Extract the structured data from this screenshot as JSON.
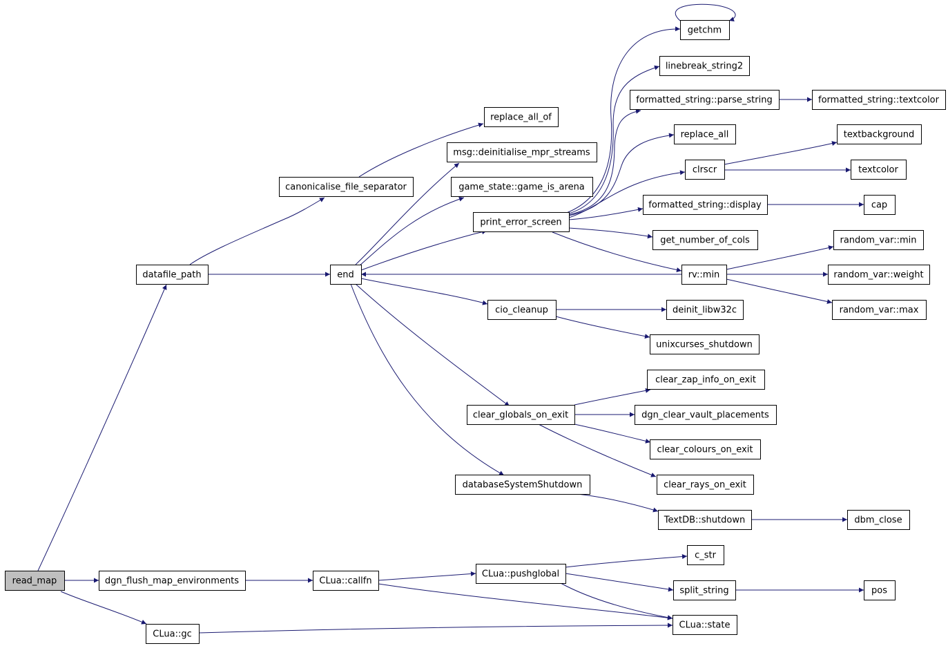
{
  "nodes": [
    {
      "id": "read_map",
      "label": "read_map",
      "highlight": true
    },
    {
      "id": "datafile_path",
      "label": "datafile_path"
    },
    {
      "id": "dgn_flush_map_environments",
      "label": "dgn_flush_map_environments"
    },
    {
      "id": "clua_gc",
      "label": "CLua::gc"
    },
    {
      "id": "canonicalise_file_separator",
      "label": "canonicalise_file_separator"
    },
    {
      "id": "end",
      "label": "end"
    },
    {
      "id": "replace_all_of",
      "label": "replace_all_of"
    },
    {
      "id": "msg_deinit",
      "label": "msg::deinitialise_mpr_streams"
    },
    {
      "id": "game_is_arena",
      "label": "game_state::game_is_arena"
    },
    {
      "id": "print_error_screen",
      "label": "print_error_screen"
    },
    {
      "id": "cio_cleanup",
      "label": "cio_cleanup"
    },
    {
      "id": "clear_globals_on_exit",
      "label": "clear_globals_on_exit"
    },
    {
      "id": "databaseSystemShutdown",
      "label": "databaseSystemShutdown"
    },
    {
      "id": "getchm",
      "label": "getchm"
    },
    {
      "id": "linebreak_string2",
      "label": "linebreak_string2"
    },
    {
      "id": "parse_string",
      "label": "formatted_string::parse_string"
    },
    {
      "id": "fs_textcolor",
      "label": "formatted_string::textcolor"
    },
    {
      "id": "replace_all",
      "label": "replace_all"
    },
    {
      "id": "clrscr",
      "label": "clrscr"
    },
    {
      "id": "textbackground",
      "label": "textbackground"
    },
    {
      "id": "textcolor",
      "label": "textcolor"
    },
    {
      "id": "fs_display",
      "label": "formatted_string::display"
    },
    {
      "id": "cap",
      "label": "cap"
    },
    {
      "id": "get_number_of_cols",
      "label": "get_number_of_cols"
    },
    {
      "id": "rv_min",
      "label": "rv::min"
    },
    {
      "id": "random_var_min",
      "label": "random_var::min"
    },
    {
      "id": "random_var_weight",
      "label": "random_var::weight"
    },
    {
      "id": "random_var_max",
      "label": "random_var::max"
    },
    {
      "id": "deinit_libw32c",
      "label": "deinit_libw32c"
    },
    {
      "id": "unixcurses_shutdown",
      "label": "unixcurses_shutdown"
    },
    {
      "id": "clear_zap_info_on_exit",
      "label": "clear_zap_info_on_exit"
    },
    {
      "id": "dgn_clear_vault_placements",
      "label": "dgn_clear_vault_placements"
    },
    {
      "id": "clear_colours_on_exit",
      "label": "clear_colours_on_exit"
    },
    {
      "id": "clear_rays_on_exit",
      "label": "clear_rays_on_exit"
    },
    {
      "id": "textdb_shutdown",
      "label": "TextDB::shutdown"
    },
    {
      "id": "dbm_close",
      "label": "dbm_close"
    },
    {
      "id": "clua_callfn",
      "label": "CLua::callfn"
    },
    {
      "id": "clua_pushglobal",
      "label": "CLua::pushglobal"
    },
    {
      "id": "c_str",
      "label": "c_str"
    },
    {
      "id": "split_string",
      "label": "split_string"
    },
    {
      "id": "pos",
      "label": "pos"
    },
    {
      "id": "clua_state",
      "label": "CLua::state"
    }
  ],
  "edges": [
    {
      "from": "read_map",
      "to": "datafile_path"
    },
    {
      "from": "read_map",
      "to": "dgn_flush_map_environments"
    },
    {
      "from": "read_map",
      "to": "clua_gc"
    },
    {
      "from": "datafile_path",
      "to": "canonicalise_file_separator"
    },
    {
      "from": "datafile_path",
      "to": "end"
    },
    {
      "from": "canonicalise_file_separator",
      "to": "replace_all_of"
    },
    {
      "from": "end",
      "to": "msg_deinit"
    },
    {
      "from": "end",
      "to": "game_is_arena"
    },
    {
      "from": "end",
      "to": "print_error_screen"
    },
    {
      "from": "end",
      "to": "cio_cleanup"
    },
    {
      "from": "end",
      "to": "clear_globals_on_exit"
    },
    {
      "from": "end",
      "to": "databaseSystemShutdown"
    },
    {
      "from": "print_error_screen",
      "to": "getchm"
    },
    {
      "from": "print_error_screen",
      "to": "linebreak_string2"
    },
    {
      "from": "print_error_screen",
      "to": "parse_string"
    },
    {
      "from": "print_error_screen",
      "to": "replace_all"
    },
    {
      "from": "print_error_screen",
      "to": "clrscr"
    },
    {
      "from": "print_error_screen",
      "to": "fs_display"
    },
    {
      "from": "print_error_screen",
      "to": "get_number_of_cols"
    },
    {
      "from": "print_error_screen",
      "to": "rv_min"
    },
    {
      "from": "getchm",
      "to": "getchm"
    },
    {
      "from": "parse_string",
      "to": "fs_textcolor"
    },
    {
      "from": "clrscr",
      "to": "textbackground"
    },
    {
      "from": "clrscr",
      "to": "textcolor"
    },
    {
      "from": "fs_display",
      "to": "cap"
    },
    {
      "from": "rv_min",
      "to": "end"
    },
    {
      "from": "rv_min",
      "to": "random_var_min"
    },
    {
      "from": "rv_min",
      "to": "random_var_weight"
    },
    {
      "from": "rv_min",
      "to": "random_var_max"
    },
    {
      "from": "cio_cleanup",
      "to": "deinit_libw32c"
    },
    {
      "from": "cio_cleanup",
      "to": "unixcurses_shutdown"
    },
    {
      "from": "clear_globals_on_exit",
      "to": "clear_zap_info_on_exit"
    },
    {
      "from": "clear_globals_on_exit",
      "to": "dgn_clear_vault_placements"
    },
    {
      "from": "clear_globals_on_exit",
      "to": "clear_colours_on_exit"
    },
    {
      "from": "clear_globals_on_exit",
      "to": "clear_rays_on_exit"
    },
    {
      "from": "databaseSystemShutdown",
      "to": "textdb_shutdown"
    },
    {
      "from": "textdb_shutdown",
      "to": "dbm_close"
    },
    {
      "from": "dgn_flush_map_environments",
      "to": "clua_callfn"
    },
    {
      "from": "clua_callfn",
      "to": "clua_pushglobal"
    },
    {
      "from": "clua_callfn",
      "to": "clua_state"
    },
    {
      "from": "clua_pushglobal",
      "to": "c_str"
    },
    {
      "from": "clua_pushglobal",
      "to": "split_string"
    },
    {
      "from": "clua_pushglobal",
      "to": "clua_state"
    },
    {
      "from": "split_string",
      "to": "pos"
    },
    {
      "from": "clua_gc",
      "to": "clua_state"
    }
  ],
  "colors": {
    "edge": "#191970",
    "highlight_fill": "#bfbfbf",
    "node_fill": "#ffffff"
  }
}
